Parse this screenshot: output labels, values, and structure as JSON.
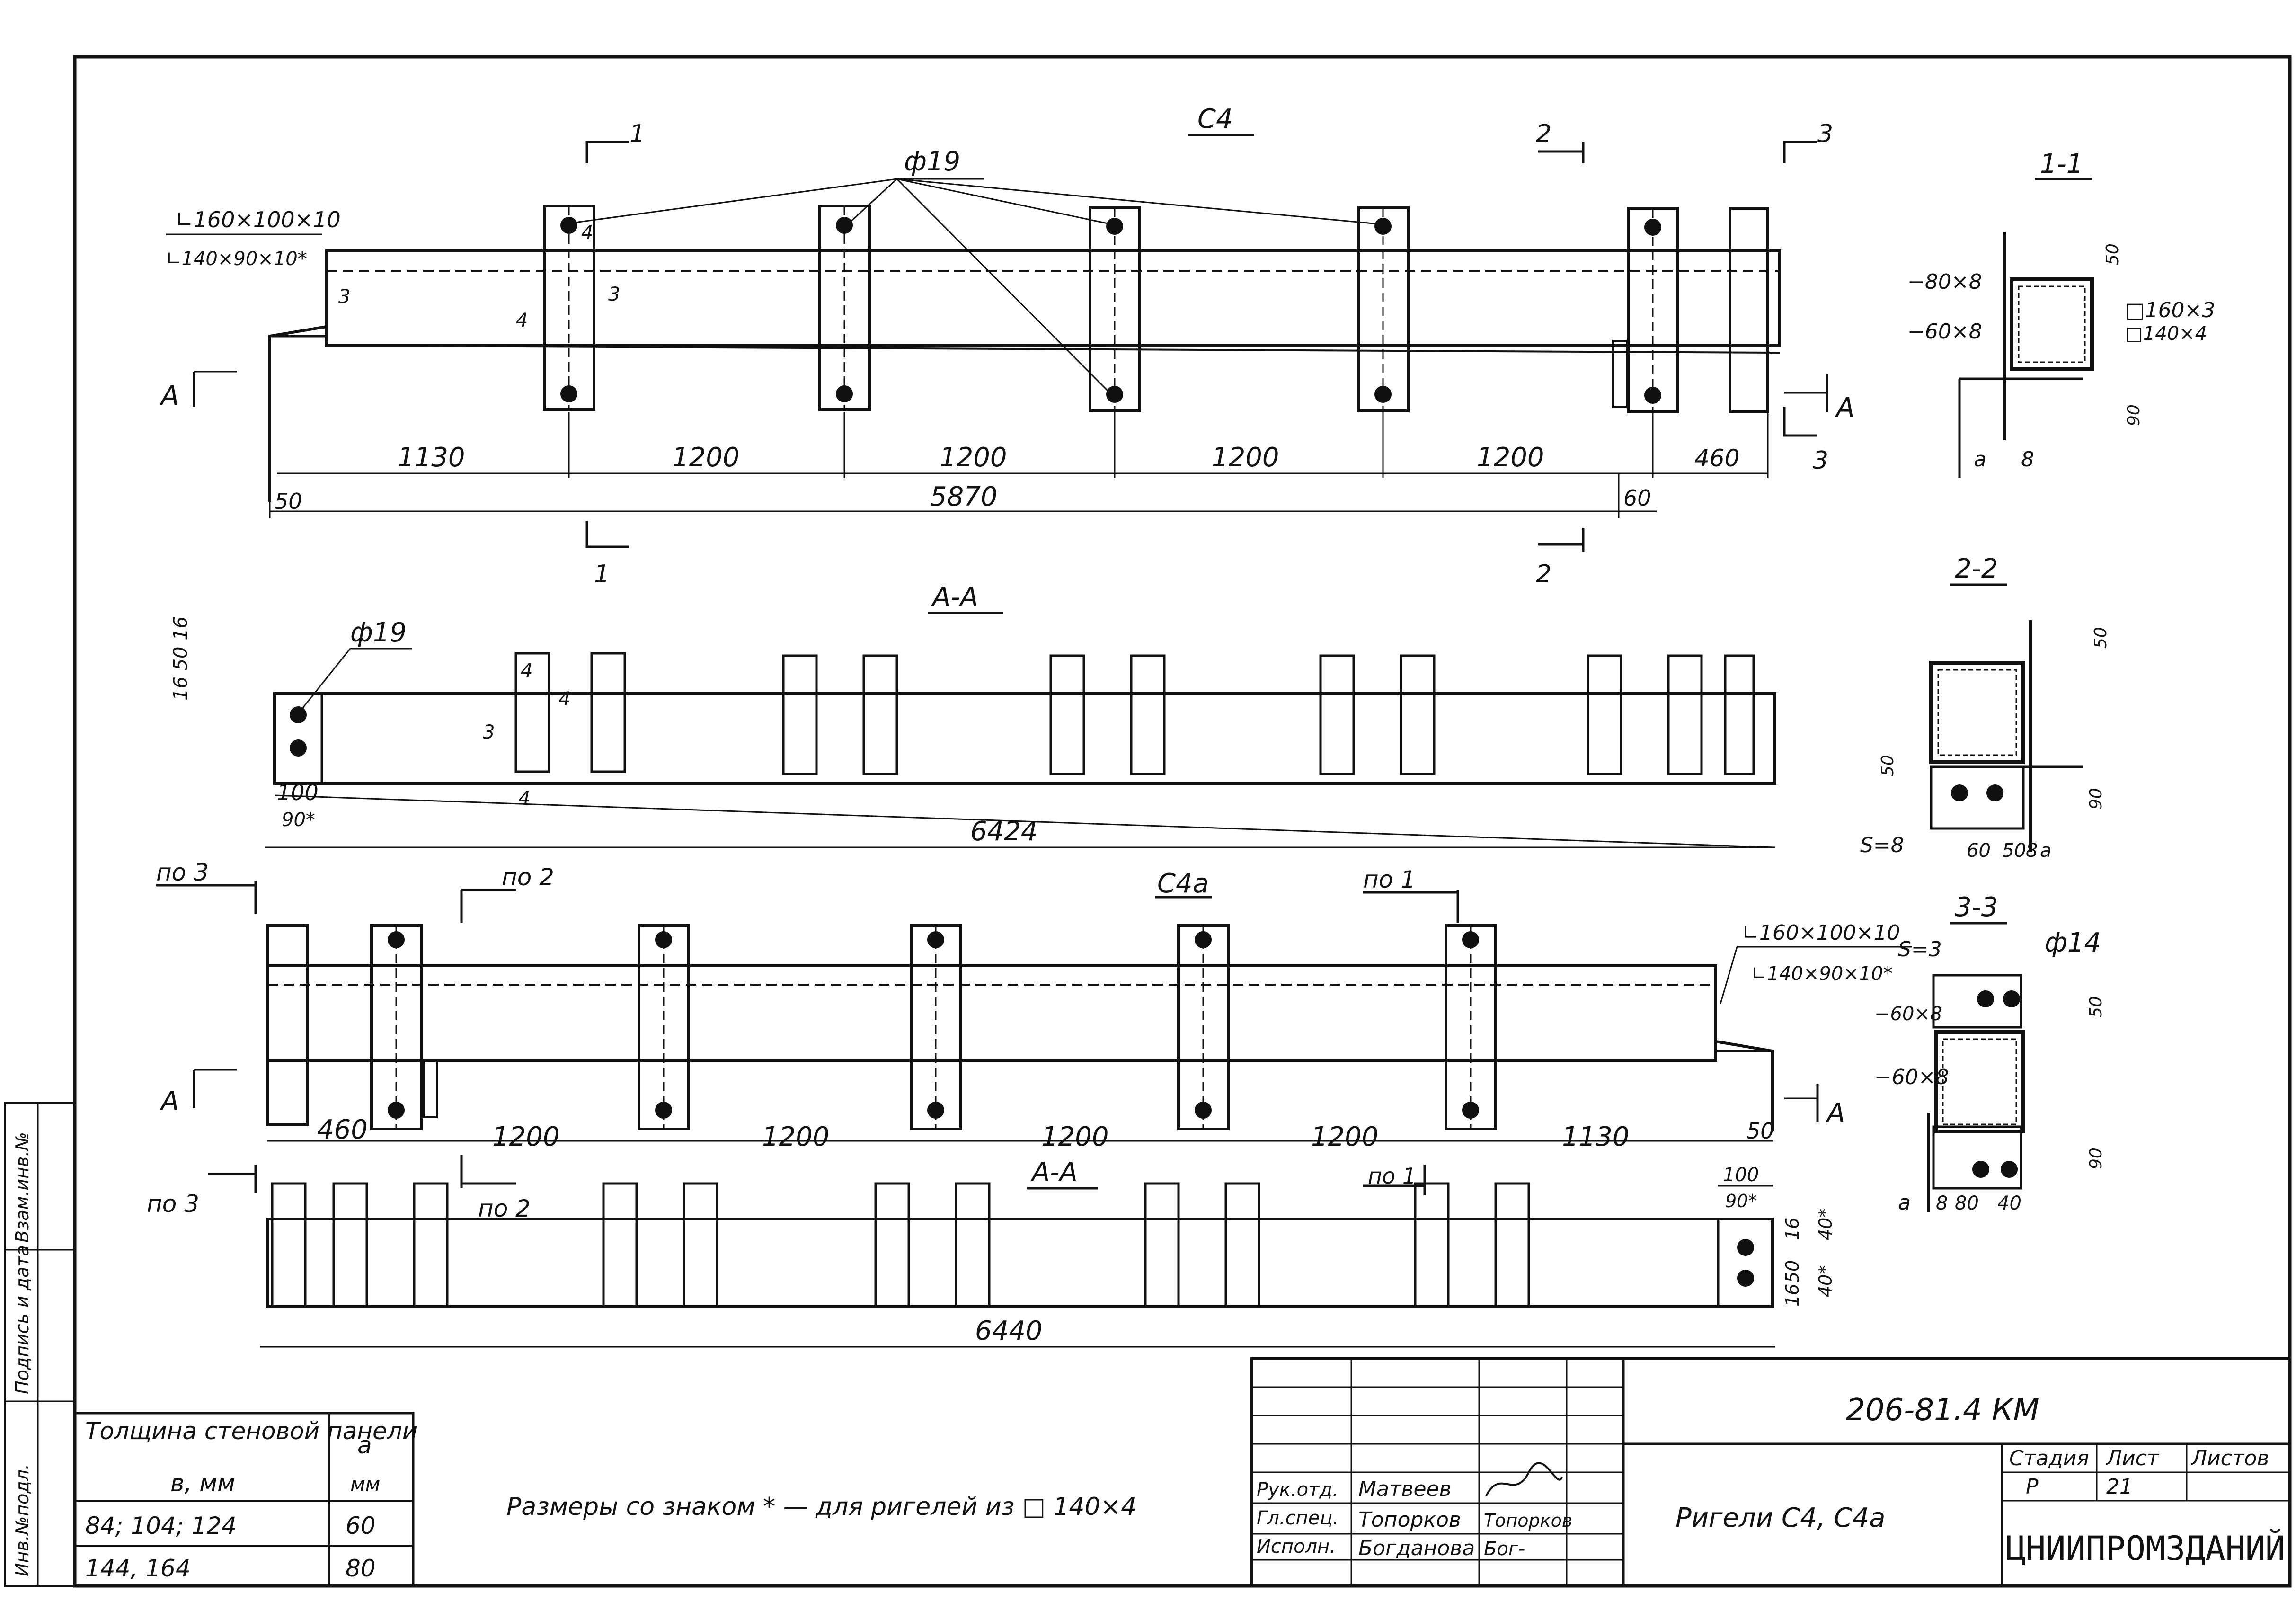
{
  "document": "206-81.4 КМ",
  "view_top": {
    "title": "С4",
    "angle_labels": [
      "∟160×100×10",
      "∟140×90×10*"
    ],
    "hole_label": "ф19",
    "weld": [
      "3",
      "4",
      "4",
      "3"
    ],
    "dims": [
      "1130",
      "1200",
      "1200",
      "1200",
      "1200",
      "460",
      "50",
      "5870",
      "60"
    ],
    "sections": [
      "1",
      "1",
      "2",
      "2",
      "3",
      "3"
    ],
    "view_marks": [
      "А",
      "А"
    ]
  },
  "view_top_plan": {
    "title": "А-А",
    "hole_label": "ф19",
    "vdims": "16 50 16",
    "dims": [
      "100",
      "90*",
      "6424"
    ],
    "weld": [
      "4",
      "4",
      "3",
      "4"
    ]
  },
  "view_bottom": {
    "title": "С4а",
    "angle_labels": [
      "∟160×100×10",
      "∟140×90×10*"
    ],
    "refs": [
      "по 3",
      "по 2",
      "по 1",
      "по 3",
      "по 2",
      "по 1"
    ],
    "dims": [
      "460",
      "1200",
      "1200",
      "1200",
      "1200",
      "1130",
      "50"
    ],
    "view_marks": [
      "А",
      "А"
    ]
  },
  "view_bottom_plan": {
    "title": "А-А",
    "dims": [
      "100",
      "90*",
      "16",
      "50",
      "16",
      "40*",
      "40*",
      "6440"
    ]
  },
  "section_1_1": {
    "title": "1-1",
    "labels": [
      "−80×8",
      "−60×8",
      "□160×3",
      "□140×4",
      "50",
      "90",
      "а",
      "8"
    ]
  },
  "section_2_2": {
    "title": "2-2",
    "labels": [
      "50",
      "50",
      "90",
      "S=8",
      "60",
      "50",
      "8",
      "а"
    ]
  },
  "section_3_3": {
    "title": "3-3",
    "labels": [
      "S=3",
      "ф14",
      "−60×8",
      "−60×8",
      "50",
      "90",
      "а",
      "8",
      "80",
      "40"
    ]
  },
  "panel_table": {
    "header": [
      "Толщина стеновой панели",
      "в, мм",
      "а",
      "мм"
    ],
    "rows": [
      {
        "thickness": "84; 104; 124",
        "a": "60"
      },
      {
        "thickness": "144, 164",
        "a": "80"
      }
    ]
  },
  "note": "Размеры со знаком * — для ригелей из □ 140×4",
  "stamp": {
    "people": [
      {
        "role": "Рук.отд.",
        "name": "Матвеев",
        "sign": ""
      },
      {
        "role": "Гл.спец.",
        "name": "Топорков",
        "sign": "Топорков"
      },
      {
        "role": "Исполн.",
        "name": "Богданова",
        "sign": "Бог-"
      }
    ],
    "title": "Ригели С4, С4а",
    "headers": [
      "Стадия",
      "Лист",
      "Листов"
    ],
    "stage": "Р",
    "sheet": "21",
    "sheets": "",
    "org": "ЦНИИПРОМЗДАНИЙ"
  },
  "side_strip": [
    "Инв.№подл.",
    "Подпись и дата",
    "Взам.инв.№"
  ]
}
